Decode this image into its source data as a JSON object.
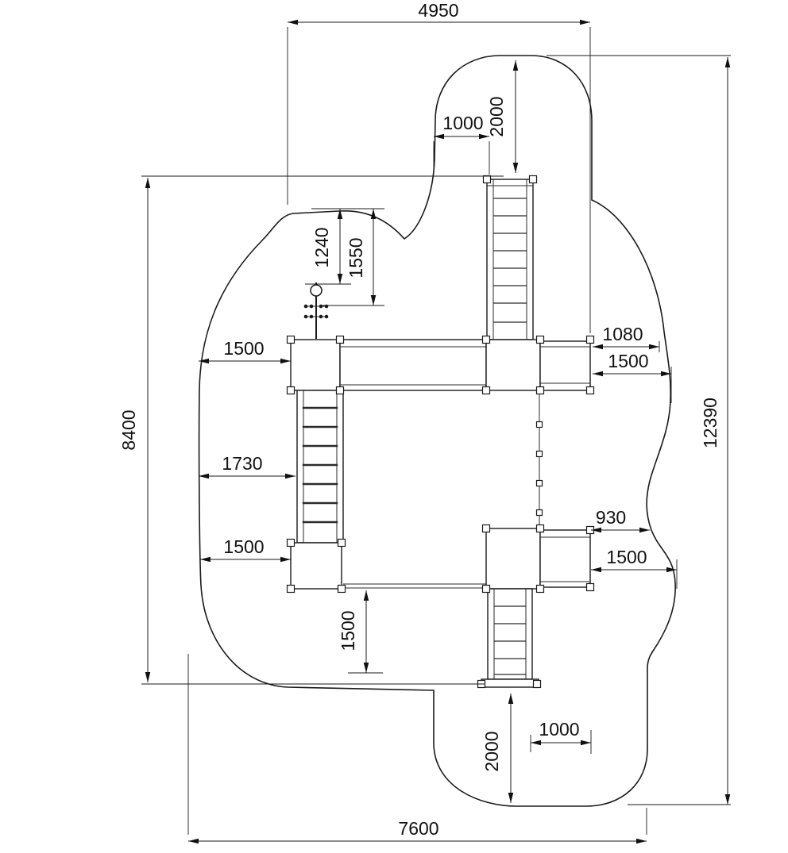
{
  "dims": {
    "top_width": "4950",
    "top_exit_depth": "2000",
    "top_exit_offset": "1000",
    "pole_clearance_a": "1240",
    "pole_clearance_b": "1550",
    "clearance_left_upper": "1500",
    "structure_height": "8400",
    "clearance_left_middle": "1730",
    "clearance_left_lower": "1500",
    "clearance_bottom_inner": "1500",
    "wing_clearance": "1080",
    "clearance_right_upper": "1500",
    "clearance_right_middle": "930",
    "clearance_right_lower": "1500",
    "bottom_exit_depth": "2000",
    "bottom_exit_offset": "1000",
    "total_width": "7600",
    "total_height": "12390"
  }
}
